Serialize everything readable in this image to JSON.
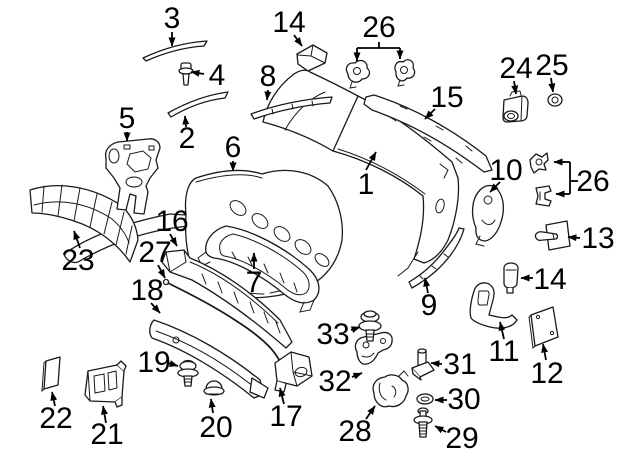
{
  "colors": {
    "background": "#ffffff",
    "line": "#1a1a1a",
    "label": "#000000"
  },
  "callouts": [
    {
      "number": "1"
    },
    {
      "number": "2"
    },
    {
      "number": "3"
    },
    {
      "number": "4"
    },
    {
      "number": "5"
    },
    {
      "number": "6"
    },
    {
      "number": "7"
    },
    {
      "number": "8"
    },
    {
      "number": "9"
    },
    {
      "number": "10"
    },
    {
      "number": "11"
    },
    {
      "number": "12"
    },
    {
      "number": "13"
    },
    {
      "number": "14"
    },
    {
      "number": "14"
    },
    {
      "number": "15"
    },
    {
      "number": "16"
    },
    {
      "number": "17"
    },
    {
      "number": "18"
    },
    {
      "number": "19"
    },
    {
      "number": "20"
    },
    {
      "number": "21"
    },
    {
      "number": "22"
    },
    {
      "number": "23"
    },
    {
      "number": "24"
    },
    {
      "number": "25"
    },
    {
      "number": "26"
    },
    {
      "number": "26"
    },
    {
      "number": "27"
    },
    {
      "number": "28"
    },
    {
      "number": "29"
    },
    {
      "number": "30"
    },
    {
      "number": "31"
    },
    {
      "number": "32"
    },
    {
      "number": "33"
    }
  ]
}
